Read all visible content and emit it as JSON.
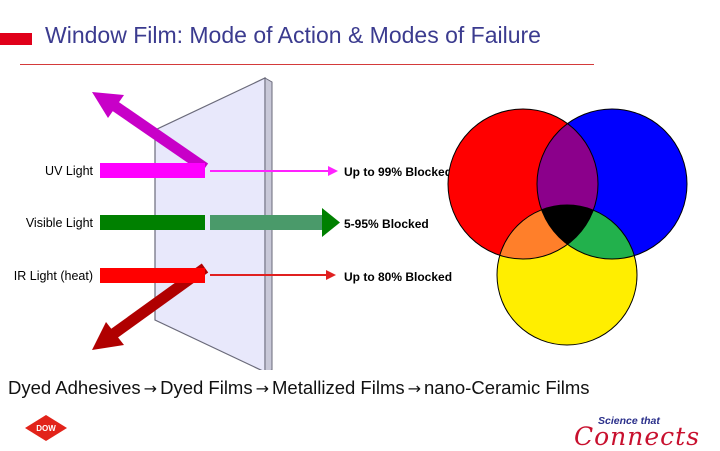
{
  "slide": {
    "title": "Window Film: Mode of Action & Modes of Failure",
    "accent_color": "#e0001a",
    "title_color": "#3b3b8f"
  },
  "diagram": {
    "lights": [
      {
        "label": "UV Light",
        "result": "Up to 99% Blocked",
        "color": "#ff00ff"
      },
      {
        "label": "Visible Light",
        "result": "5-95% Blocked",
        "color": "#008000"
      },
      {
        "label": "IR Light (heat)",
        "result": "Up to 80% Blocked",
        "color": "#ff0000"
      }
    ],
    "venn_colors": {
      "red": "#ff0000",
      "blue": "#0000ff",
      "yellow": "#ffee00",
      "red_blue": "#8b008b",
      "red_yellow": "#ff7f2a",
      "blue_yellow": "#22b14c",
      "center": "#000000"
    }
  },
  "chain": {
    "steps": [
      "Dyed Adhesives",
      "Dyed Films",
      "Metallized Films",
      "nano-Ceramic Films"
    ],
    "arrow": "→"
  },
  "footer": {
    "left_logo": "DOW",
    "right_logo_small": "Science that",
    "right_logo_big": "Connects"
  }
}
